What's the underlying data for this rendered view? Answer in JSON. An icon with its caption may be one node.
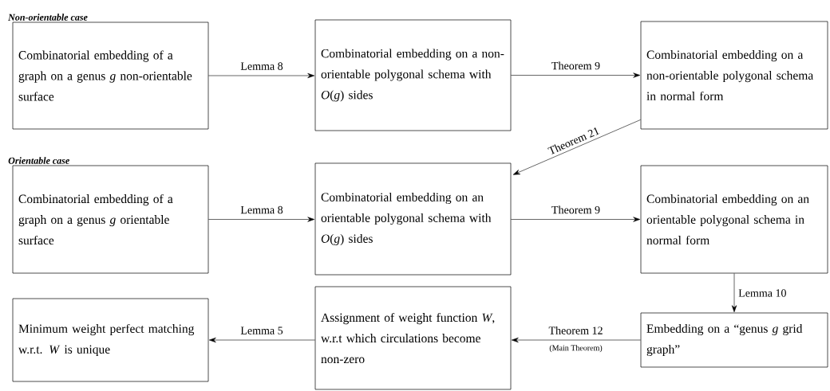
{
  "diagram": {
    "nodes": [
      {
        "text": [
          "Non-orientable case",
          "Combinatorial embedding of a graph on a genus *g* non-orientable surface"
        ]
      },
      {
        "text": [
          "Combinatorial embedding on a non-orientable polygonal schema with *O*(*g*) sides"
        ]
      },
      {
        "text": [
          "Combinatorial embedding on a non-orientable polygonal schema in normal form"
        ]
      },
      {
        "text": [
          "Orientable case",
          "Combinatorial embedding of a graph on a genus *g* orientable surface"
        ]
      },
      {
        "text": [
          "Combinatorial embedding on an orientable polygonal schema with *O*(*g*) sides"
        ]
      },
      {
        "text": [
          "Combinatorial embedding on an orientable polygonal schema in normal form"
        ]
      },
      {
        "text": [
          "Minimum weight perfect matching w.r.t. *W* is unique"
        ]
      },
      {
        "text": [
          "Assignment of weight function *W*, w.r.t which circulations become non-zero"
        ]
      },
      {
        "text": [
          "Embedding on a “genus *g* grid graph”"
        ]
      }
    ],
    "edges": [
      {
        "from": 0,
        "to": 1,
        "arrow": "to",
        "label": "Lemma 8"
      },
      {
        "from": 1,
        "to": 2,
        "arrow": "to",
        "label": "Theorem 9"
      },
      {
        "from": 2,
        "to": 4,
        "arrow": "to",
        "label": "Theorem 21"
      },
      {
        "from": 3,
        "to": 4,
        "arrow": "to",
        "label": "Lemma 8"
      },
      {
        "from": 4,
        "to": 5,
        "arrow": "to",
        "label": "Theorem 9"
      },
      {
        "from": 5,
        "to": 8,
        "arrow": "to",
        "label": "Lemma 10"
      },
      {
        "from": 8,
        "to": 7,
        "arrow": "to",
        "label": "Theorem 12"
      },
      {
        "from": 7,
        "to": 6,
        "arrow": "to",
        "label": "Lemma 5"
      }
    ],
    "labels": [
      "(Main Theorem)"
    ]
  }
}
